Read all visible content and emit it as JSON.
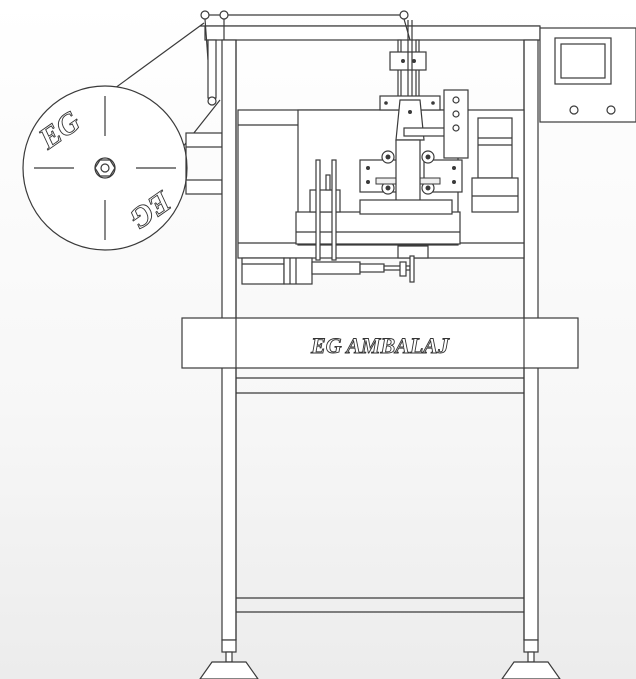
{
  "machine": {
    "brand_plate_text": "EG AMBALAJ",
    "reel_logo_top": "EG",
    "reel_logo_bottom": "EG"
  },
  "colors": {
    "line": "#3a3a3a",
    "fill": "#ffffff",
    "background": "#f4f4f4"
  }
}
